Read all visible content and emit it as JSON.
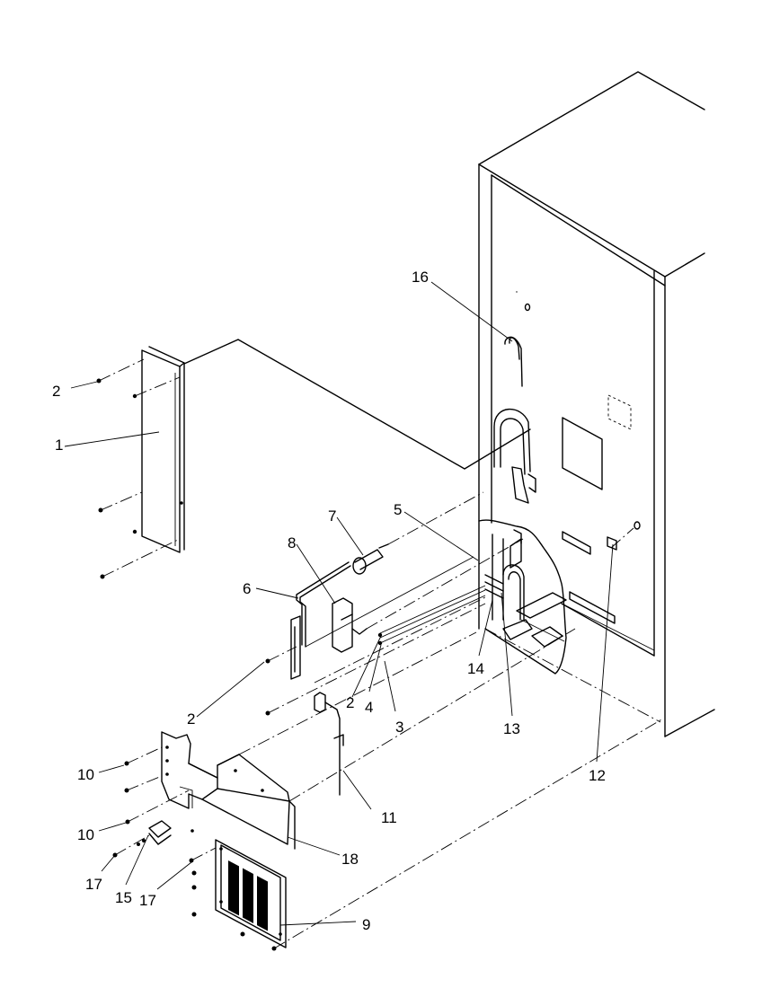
{
  "callouts": {
    "c1": "1",
    "c2a": "2",
    "c2b": "2",
    "c2c": "2",
    "c3": "3",
    "c4": "4",
    "c5": "5",
    "c6": "6",
    "c7": "7",
    "c8": "8",
    "c9": "9",
    "c10a": "10",
    "c10b": "10",
    "c11": "11",
    "c12": "12",
    "c13": "13",
    "c14": "14",
    "c15": "15",
    "c16": "16",
    "c17a": "17",
    "c17b": "17",
    "c18": "18"
  }
}
